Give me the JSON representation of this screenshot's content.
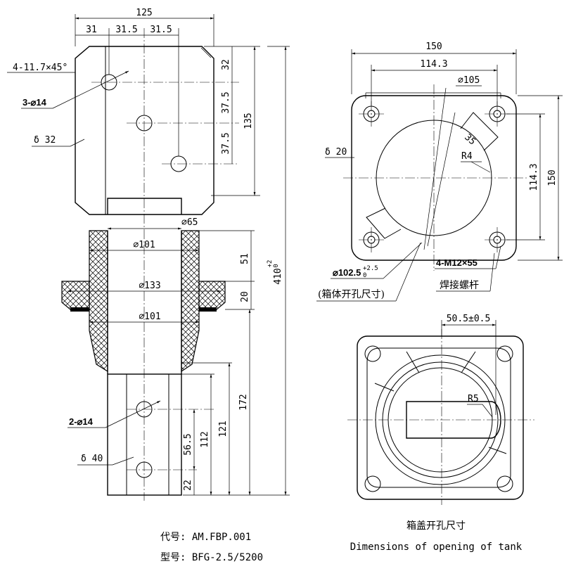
{
  "front_view": {
    "dims": {
      "w125": "125",
      "w31": "31",
      "w31_5a": "31.5",
      "w31_5b": "31.5",
      "chamfer": "4-11.7×45°",
      "holes_top": "3-⌀14",
      "thick32": "δ 32",
      "h32": "32",
      "h37_5a": "37.5",
      "h37_5b": "37.5",
      "h135": "135",
      "h410": "410",
      "h410_tol": "+2",
      "h410_tol0": "0",
      "d65": "⌀65",
      "d101a": "⌀101",
      "d133": "⌀133",
      "d101b": "⌀101",
      "h51": "51",
      "h20": "20",
      "h172": "172",
      "h121": "121",
      "h112": "112",
      "h56_5": "56.5",
      "h22": "22",
      "holes_bottom": "2-⌀14",
      "thick40": "δ 40"
    },
    "caption": {
      "code": "代号: AM.FBP.001",
      "model": "型号: BFG-2.5/5200"
    }
  },
  "top_view": {
    "dims": {
      "w150": "150",
      "w114_3": "114.3",
      "d105": "⌀105",
      "d35": "35",
      "r4": "R4",
      "thick20": "δ 20",
      "h114_3": "114.3",
      "h150": "150",
      "bolts": "4-M12×55",
      "weld_bolt": "焊接螺杆",
      "opening": "⌀102.5",
      "opening_tol": "+2.5",
      "opening_tol0": "0",
      "opening_label": "(箱体开孔尺寸)"
    }
  },
  "tank_view": {
    "dims": {
      "w50_5": "50.5±0.5",
      "r5": "R5"
    },
    "caption": {
      "zh": "箱盖开孔尺寸",
      "en": "Dimensions of opening of tank"
    }
  }
}
